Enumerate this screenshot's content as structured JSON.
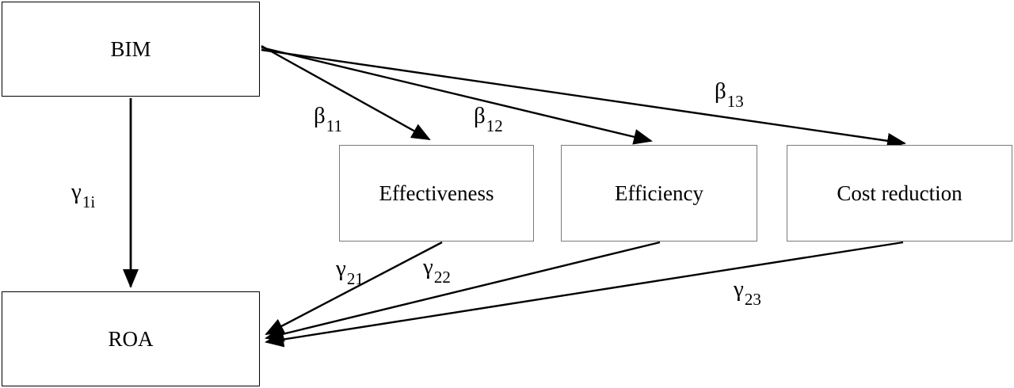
{
  "diagram": {
    "nodes": {
      "bim": {
        "label": "BIM"
      },
      "roa": {
        "label": "ROA"
      },
      "effectiveness": {
        "label": "Effectiveness"
      },
      "efficiency": {
        "label": "Efficiency"
      },
      "cost_reduction": {
        "label": "Cost reduction"
      }
    },
    "edges": {
      "bim_to_roa": {
        "from": "BIM",
        "to": "ROA",
        "symbol": "γ",
        "sub": "1i"
      },
      "bim_to_effectiveness": {
        "from": "BIM",
        "to": "Effectiveness",
        "symbol": "β",
        "sub": "11"
      },
      "bim_to_efficiency": {
        "from": "BIM",
        "to": "Efficiency",
        "symbol": "β",
        "sub": "12"
      },
      "bim_to_cost_reduction": {
        "from": "BIM",
        "to": "Cost reduction",
        "symbol": "β",
        "sub": "13"
      },
      "effectiveness_to_roa": {
        "from": "Effectiveness",
        "to": "ROA",
        "symbol": "γ",
        "sub": "21"
      },
      "efficiency_to_roa": {
        "from": "Efficiency",
        "to": "ROA",
        "symbol": "γ",
        "sub": "22"
      },
      "cost_reduction_to_roa": {
        "from": "Cost reduction",
        "to": "ROA",
        "symbol": "γ",
        "sub": "23"
      }
    },
    "colors": {
      "line": "#000000",
      "primary_box_border": "#000000",
      "mediator_box_border": "#7a7a7a",
      "background": "#ffffff"
    }
  }
}
